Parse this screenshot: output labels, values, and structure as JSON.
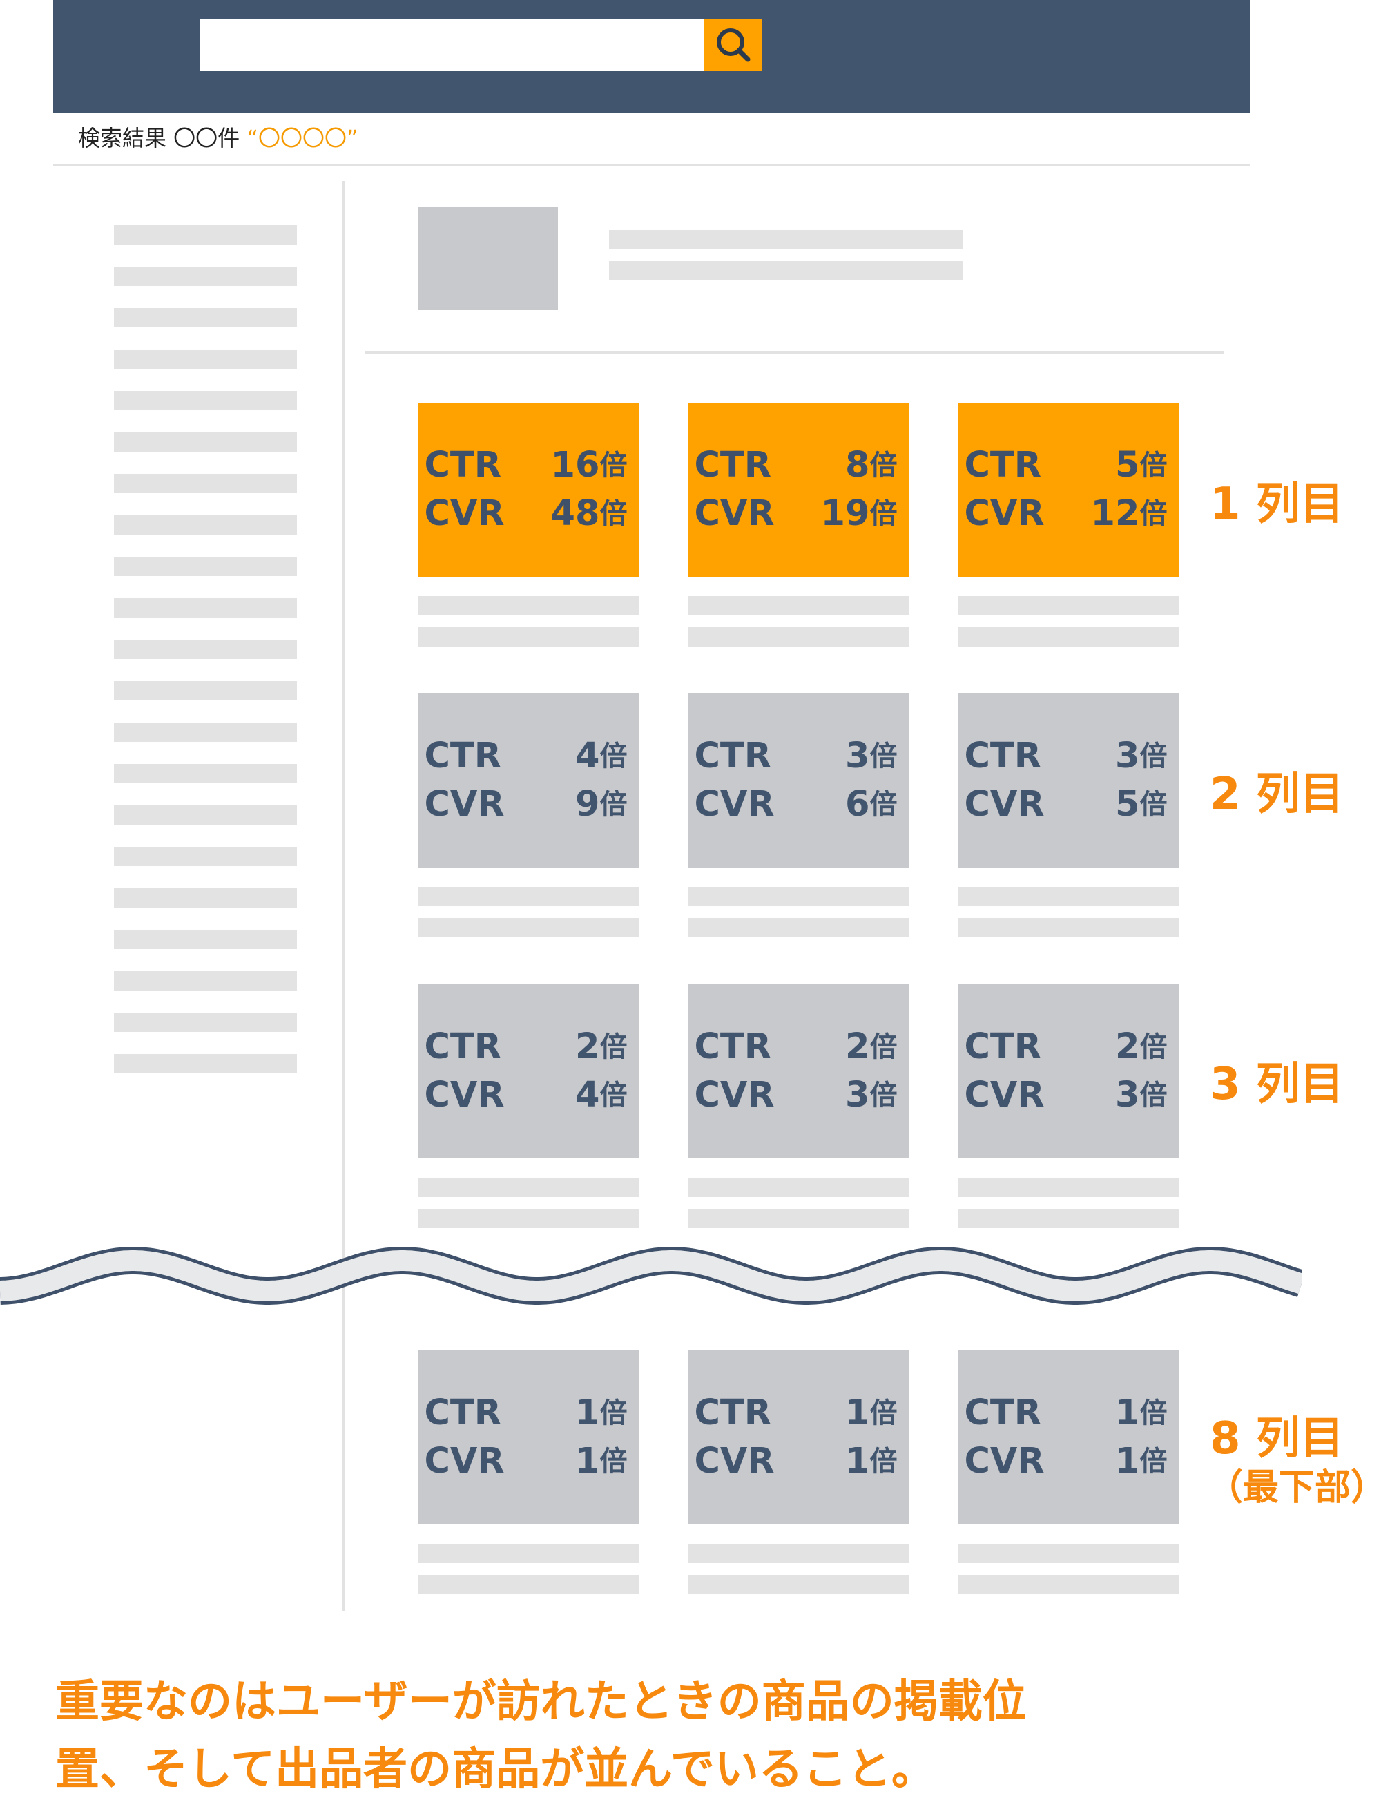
{
  "search": {
    "placeholder": "",
    "value": ""
  },
  "results": {
    "label": "検索結果 〇〇件 ",
    "query": "“〇〇〇〇”"
  },
  "rows": [
    {
      "label": "1 列目",
      "sub": "",
      "cards": [
        {
          "ctr_label": "CTR",
          "ctr": "16",
          "cvr_label": "CVR",
          "cvr": "48",
          "unit": "倍"
        },
        {
          "ctr_label": "CTR",
          "ctr": "8",
          "cvr_label": "CVR",
          "cvr": "19",
          "unit": "倍"
        },
        {
          "ctr_label": "CTR",
          "ctr": "5",
          "cvr_label": "CVR",
          "cvr": "12",
          "unit": "倍"
        }
      ]
    },
    {
      "label": "2 列目",
      "sub": "",
      "cards": [
        {
          "ctr_label": "CTR",
          "ctr": "4",
          "cvr_label": "CVR",
          "cvr": "9",
          "unit": "倍"
        },
        {
          "ctr_label": "CTR",
          "ctr": "3",
          "cvr_label": "CVR",
          "cvr": "6",
          "unit": "倍"
        },
        {
          "ctr_label": "CTR",
          "ctr": "3",
          "cvr_label": "CVR",
          "cvr": "5",
          "unit": "倍"
        }
      ]
    },
    {
      "label": "3 列目",
      "sub": "",
      "cards": [
        {
          "ctr_label": "CTR",
          "ctr": "2",
          "cvr_label": "CVR",
          "cvr": "4",
          "unit": "倍"
        },
        {
          "ctr_label": "CTR",
          "ctr": "2",
          "cvr_label": "CVR",
          "cvr": "3",
          "unit": "倍"
        },
        {
          "ctr_label": "CTR",
          "ctr": "2",
          "cvr_label": "CVR",
          "cvr": "3",
          "unit": "倍"
        }
      ]
    },
    {
      "label": "8 列目",
      "sub": "（最下部）",
      "cards": [
        {
          "ctr_label": "CTR",
          "ctr": "1",
          "cvr_label": "CVR",
          "cvr": "1",
          "unit": "倍"
        },
        {
          "ctr_label": "CTR",
          "ctr": "1",
          "cvr_label": "CVR",
          "cvr": "1",
          "unit": "倍"
        },
        {
          "ctr_label": "CTR",
          "ctr": "1",
          "cvr_label": "CVR",
          "cvr": "1",
          "unit": "倍"
        }
      ]
    }
  ],
  "caption": {
    "line1": "重要なのはユーザーが訪れたときの商品の掲載位",
    "line2": "置、そして出品者の商品が並んでいること。"
  },
  "colors": {
    "header": "#42556e",
    "accent": "#ffa200",
    "label": "#f6890e",
    "placeholder": "#c8c9cc",
    "line": "#e3e3e3"
  },
  "icons": {
    "search_button": "magnifier-icon"
  }
}
